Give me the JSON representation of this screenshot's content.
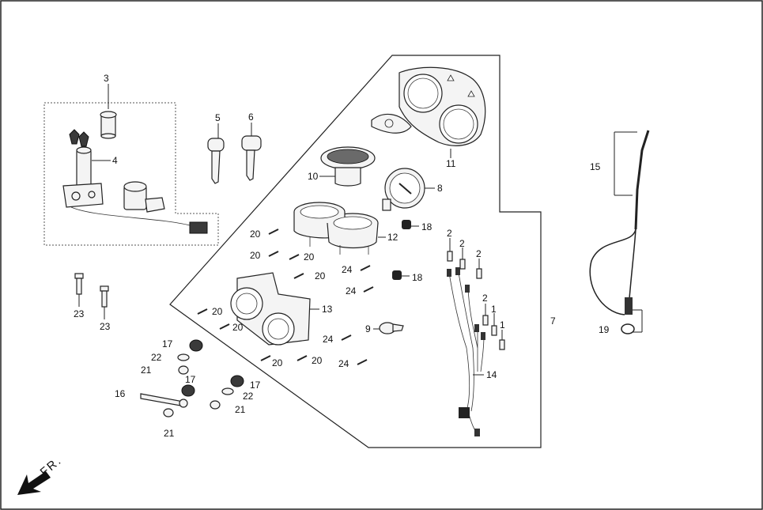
{
  "diagram": {
    "direction_label": "FR.",
    "callouts": {
      "c3": "3",
      "c4": "4",
      "c5": "5",
      "c6": "6",
      "c7": "7",
      "c8": "8",
      "c9": "9",
      "c10": "10",
      "c11": "11",
      "c12": "12",
      "c13": "13",
      "c14": "14",
      "c15": "15",
      "c16": "16",
      "c17a": "17",
      "c17b": "17",
      "c17c": "17",
      "c18a": "18",
      "c18b": "18",
      "c19": "19",
      "c20a": "20",
      "c20b": "20",
      "c20c": "20",
      "c20d": "20",
      "c20e": "20",
      "c20f": "20",
      "c20g": "20",
      "c20h": "20",
      "c21a": "21",
      "c21b": "21",
      "c21c": "21",
      "c22a": "22",
      "c22b": "22",
      "c23a": "23",
      "c23b": "23",
      "c24a": "24",
      "c24b": "24",
      "c24c": "24",
      "c24d": "24",
      "c2a": "2",
      "c2b": "2",
      "c2c": "2",
      "c2d": "2",
      "c1a": "1",
      "c1b": "1"
    }
  }
}
